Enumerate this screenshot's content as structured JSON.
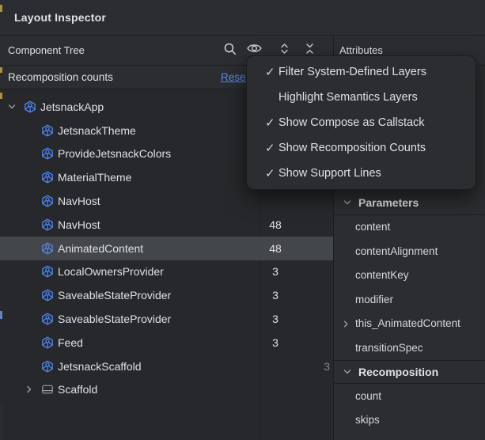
{
  "window": {
    "title": "Layout Inspector"
  },
  "component_tree": {
    "header": "Component Tree",
    "toolbar": {
      "search": "search",
      "view_options": "view-options",
      "expand_all": "expand-all",
      "collapse_all": "collapse-all"
    },
    "recomposition_band": {
      "label": "Recomposition counts",
      "reset_label": "Reset"
    },
    "rows": [
      {
        "label": "JetsnackApp",
        "depth": 0,
        "icon": "composable",
        "state": "expanded",
        "count": "",
        "skips": "",
        "selected": false
      },
      {
        "label": "JetsnackTheme",
        "depth": 1,
        "icon": "composable",
        "state": "leaf",
        "count": "",
        "skips": "",
        "selected": false
      },
      {
        "label": "ProvideJetsnackColors",
        "depth": 1,
        "icon": "composable",
        "state": "leaf",
        "count": "",
        "skips": "",
        "selected": false
      },
      {
        "label": "MaterialTheme",
        "depth": 1,
        "icon": "composable",
        "state": "leaf",
        "count": "",
        "skips": "",
        "selected": false
      },
      {
        "label": "NavHost",
        "depth": 1,
        "icon": "composable",
        "state": "leaf",
        "count": "",
        "skips": "",
        "selected": false
      },
      {
        "label": "NavHost",
        "depth": 1,
        "icon": "composable",
        "state": "leaf",
        "count": "48",
        "skips": "",
        "selected": false
      },
      {
        "label": "AnimatedContent",
        "depth": 1,
        "icon": "composable",
        "state": "leaf",
        "count": "48",
        "skips": "",
        "selected": true
      },
      {
        "label": "LocalOwnersProvider",
        "depth": 1,
        "icon": "composable",
        "state": "leaf",
        "count": "3",
        "skips": "",
        "selected": false
      },
      {
        "label": "SaveableStateProvider",
        "depth": 1,
        "icon": "composable",
        "state": "leaf",
        "count": "3",
        "skips": "",
        "selected": false
      },
      {
        "label": "SaveableStateProvider",
        "depth": 1,
        "icon": "composable",
        "state": "leaf",
        "count": "3",
        "skips": "",
        "selected": false
      },
      {
        "label": "Feed",
        "depth": 1,
        "icon": "composable",
        "state": "leaf",
        "count": "3",
        "skips": "",
        "selected": false
      },
      {
        "label": "JetsnackScaffold",
        "depth": 1,
        "icon": "composable",
        "state": "leaf",
        "count": "",
        "skips": "3",
        "selected": false
      },
      {
        "label": "Scaffold",
        "depth": 1,
        "icon": "scaffold",
        "state": "collapsed",
        "count": "",
        "skips": "",
        "selected": false
      }
    ]
  },
  "attributes_panel": {
    "header": "Attributes",
    "sections": [
      {
        "title": "Parameters",
        "items": [
          "content",
          "contentAlignment",
          "contentKey",
          "modifier",
          "this_AnimatedContent",
          "transitionSpec"
        ]
      },
      {
        "title": "Recomposition",
        "items": [
          "count",
          "skips"
        ]
      }
    ]
  },
  "view_options_menu": {
    "items": [
      {
        "label": "Filter System-Defined Layers",
        "checked": true,
        "check_glyph": "✓"
      },
      {
        "label": "Highlight Semantics Layers",
        "checked": false,
        "check_glyph": ""
      },
      {
        "label": "Show Compose as Callstack",
        "checked": true,
        "check_glyph": "✓"
      },
      {
        "label": "Show Recomposition Counts",
        "checked": true,
        "check_glyph": "✓"
      },
      {
        "label": "Show Support Lines",
        "checked": true,
        "check_glyph": "✓"
      }
    ]
  },
  "colors": {
    "panel_bg": "#2b2d30",
    "tree_bg": "#26282b",
    "border": "#1e1f22",
    "selection": "#43464a",
    "text": "#dfe1e5",
    "dim_text": "#868a91",
    "accent_blue": "#548af7",
    "icon_gray": "#9da2a8"
  }
}
